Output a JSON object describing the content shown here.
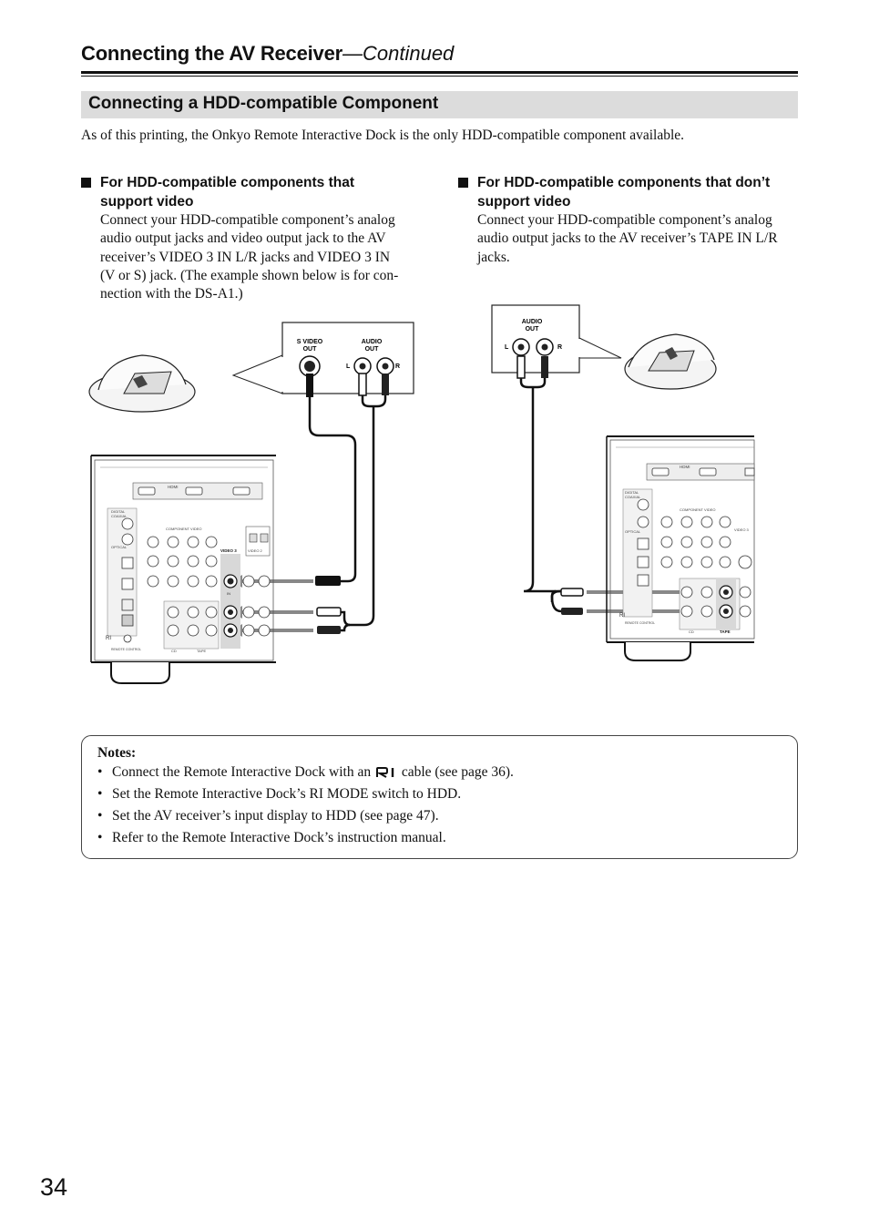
{
  "header": {
    "title": "Connecting the AV Receiver",
    "continued": "—Continued"
  },
  "section": {
    "title": "Connecting a HDD-compatible Component"
  },
  "intro": "As of this printing, the Onkyo Remote Interactive Dock is the only HDD-compatible component available.",
  "left_column": {
    "heading_lines": [
      "For HDD-compatible components that",
      "support video"
    ],
    "body_lines": [
      "Connect your HDD-compatible component’s analog",
      "audio output jacks and video output jack to the AV",
      "receiver’s VIDEO 3 IN L/R jacks and VIDEO 3 IN",
      "(V or S) jack. (The example shown below is for con-",
      "nection with the DS-A1.)"
    ]
  },
  "right_column": {
    "heading_lines": [
      "For HDD-compatible components that don’t",
      "support video"
    ],
    "body_lines": [
      "Connect your HDD-compatible component’s analog",
      "audio output jacks to the AV receiver’s TAPE IN L/R",
      "jacks."
    ]
  },
  "diagram_left": {
    "svideo_label_1": "S VIDEO",
    "svideo_label_2": "OUT",
    "audio_label_1": "AUDIO",
    "audio_label_2": "OUT",
    "l": "L",
    "r": "R",
    "hdmi": "HDMI",
    "digital": "DIGITAL",
    "coaxial": "COAXIAL",
    "optical": "OPTICAL",
    "component_video": "COMPONENT VIDEO",
    "video3": "VIDEO 3",
    "video2": "VIDEO 2",
    "in_label": "IN",
    "tape": "TAPE",
    "cd": "CD",
    "ri": "RI",
    "remote_control": "REMOTE CONTROL"
  },
  "diagram_right": {
    "audio_label_1": "AUDIO",
    "audio_label_2": "OUT",
    "l": "L",
    "r": "R",
    "hdmi": "HDMI",
    "digital": "DIGITAL",
    "coaxial": "COAXIAL",
    "optical": "OPTICAL",
    "component_video": "COMPONENT VIDEO",
    "video3": "VIDEO 3",
    "tape": "TAPE",
    "cd": "CD",
    "ri": "RI",
    "remote_control": "REMOTE CONTROL"
  },
  "notes": {
    "title": "Notes:",
    "items": {
      "n1_before": "Connect the Remote Interactive Dock with an",
      "n1_after": "cable (see page 36).",
      "n2": "Set the Remote Interactive Dock’s RI MODE switch to HDD.",
      "n3": "Set the AV receiver’s input display to HDD (see page 47).",
      "n4": "Refer to the Remote Interactive Dock’s instruction manual."
    },
    "bullet": "•"
  },
  "page_number": "34"
}
